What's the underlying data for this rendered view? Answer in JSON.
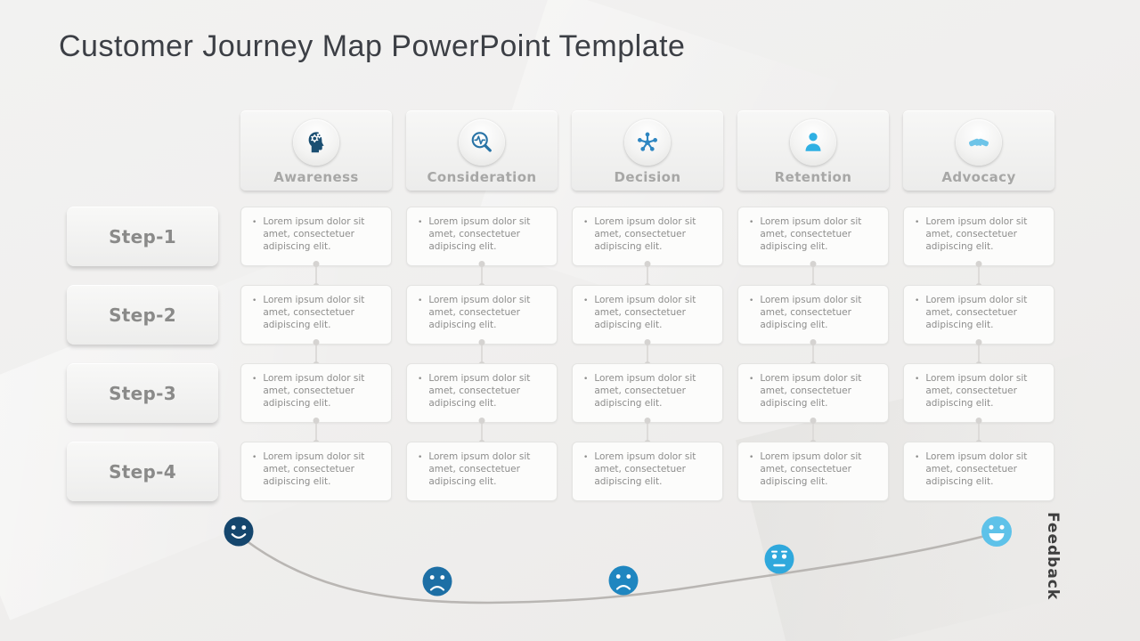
{
  "slide": {
    "title": "Customer Journey Map PowerPoint Template",
    "feedback_label": "Feedback"
  },
  "stages": [
    {
      "label": "Awareness",
      "icon": "head-gears-icon",
      "icon_color": "#1b4f72"
    },
    {
      "label": "Consideration",
      "icon": "magnifier-pulse-icon",
      "icon_color": "#2873a6"
    },
    {
      "label": "Decision",
      "icon": "network-nodes-icon",
      "icon_color": "#2e86c1"
    },
    {
      "label": "Retention",
      "icon": "person-icon",
      "icon_color": "#2fb0e3"
    },
    {
      "label": "Advocacy",
      "icon": "handshake-icon",
      "icon_color": "#6ec4e8"
    }
  ],
  "steps": [
    {
      "label": "Step-1"
    },
    {
      "label": "Step-2"
    },
    {
      "label": "Step-3"
    },
    {
      "label": "Step-4"
    }
  ],
  "grid": {
    "bullet": "•",
    "cell_text": "Lorem ipsum dolor sit amet, consectetuer adipiscing elit."
  },
  "feedback_curve": {
    "line_color": "#b9b6b3",
    "faces": [
      {
        "mood": "happy",
        "color": "#15466d"
      },
      {
        "mood": "sad",
        "color": "#1d6fa5"
      },
      {
        "mood": "sad",
        "color": "#1f86c0"
      },
      {
        "mood": "neutral",
        "color": "#2fa8dc"
      },
      {
        "mood": "grin",
        "color": "#5ec2e9"
      }
    ]
  }
}
